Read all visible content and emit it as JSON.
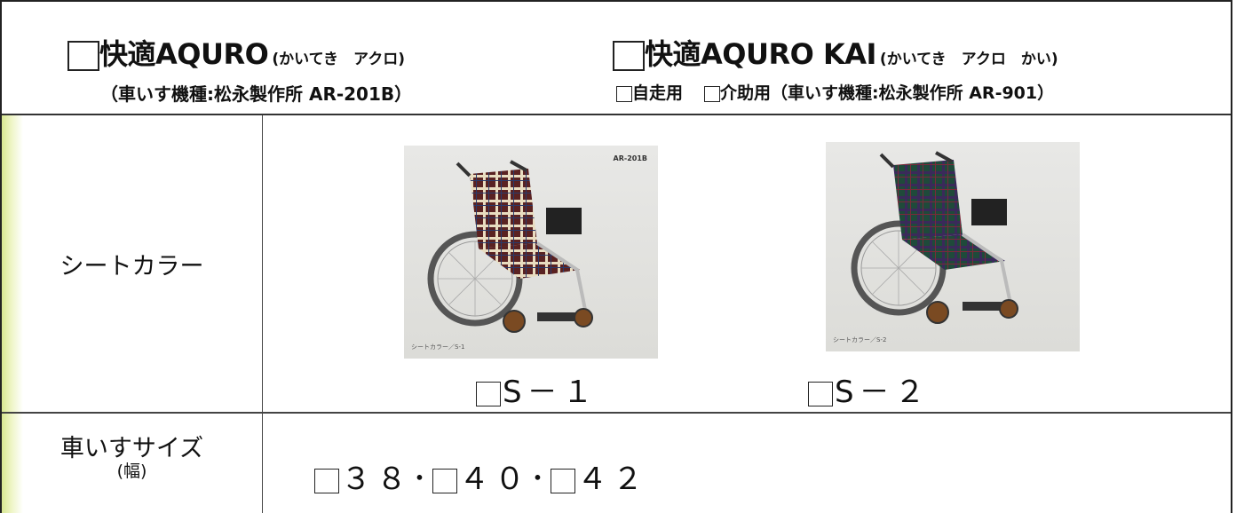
{
  "product1": {
    "title": "快適AQURO",
    "reading": "(かいてき　アクロ)",
    "subtitle": "（車いす機種:松永製作所 AR-201B）"
  },
  "product2": {
    "title": "快適AQURO KAI",
    "reading": "(かいてき　アクロ　かい)",
    "option_self": "自走用",
    "option_assist": "介助用（車いす機種:松永製作所 AR-901）"
  },
  "seat_color": {
    "label": "シートカラー",
    "options": [
      {
        "label": "S－１",
        "photo_code": "AR-201B",
        "photo_caption": "シートカラー／S-1"
      },
      {
        "label": "S－２",
        "photo_code": "",
        "photo_caption": "シートカラー／S-2"
      }
    ]
  },
  "size": {
    "label": "車いすサイズ",
    "label_sub": "(幅)",
    "options": [
      "３８",
      "４０",
      "４２"
    ],
    "separator": "･"
  },
  "colors": {
    "strip": "#d7e691",
    "border": "#222222",
    "fabric1": "#6b2a2a",
    "fabric2": "#1f4a3a"
  }
}
